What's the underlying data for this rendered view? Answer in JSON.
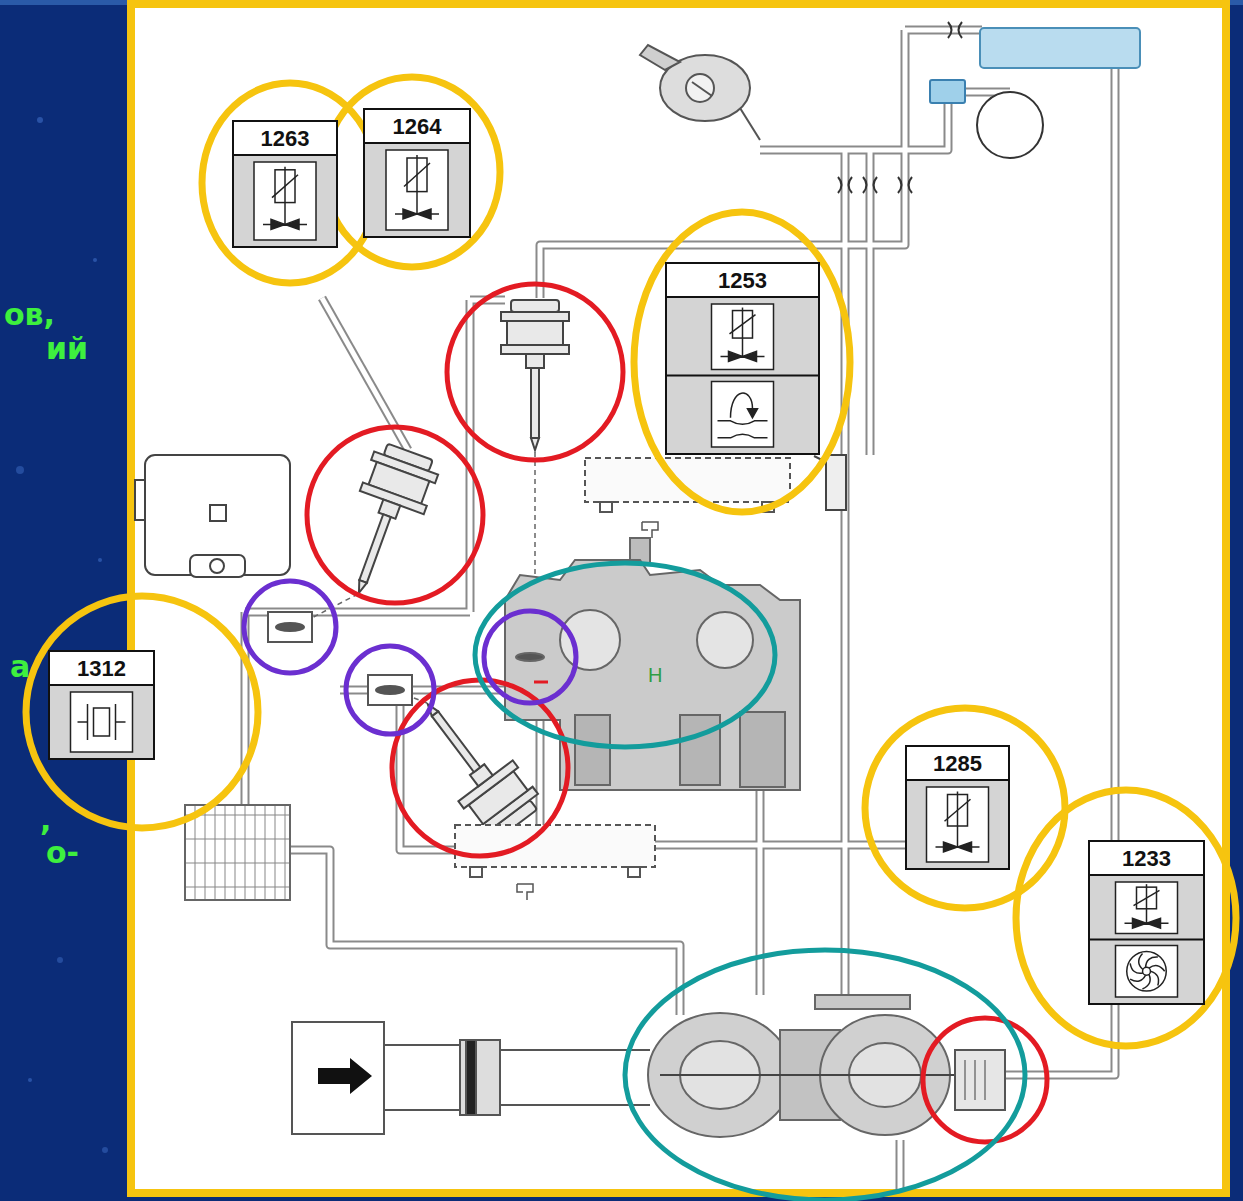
{
  "diagram": {
    "nodes": [
      {
        "text": [
          "1263"
        ]
      },
      {
        "text": [
          "1264"
        ]
      },
      {
        "text": [
          "1253"
        ]
      },
      {
        "text": [
          "1312"
        ]
      },
      {
        "text": [
          "1285"
        ]
      },
      {
        "text": [
          "1233"
        ]
      }
    ],
    "labels": [
      "H",
      "ов,",
      "ий",
      "а",
      ",",
      "о-"
    ]
  }
}
